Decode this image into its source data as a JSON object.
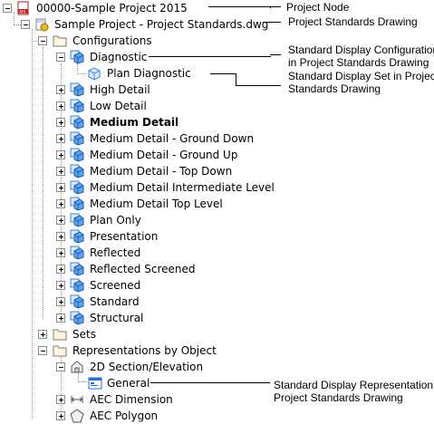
{
  "tree": {
    "project": "00000-Sample Project 2015",
    "drawing": "Sample Project - Project Standards.dwg",
    "configurations": "Configurations",
    "config_items": [
      "Diagnostic",
      "High Detail",
      "Low Detail",
      "Medium Detail",
      "Medium Detail - Ground Down",
      "Medium Detail - Ground Up",
      "Medium Detail - Top Down",
      "Medium Detail Intermediate Level",
      "Medium Detail Top Level",
      "Plan Only",
      "Presentation",
      "Reflected",
      "Reflected Screened",
      "Screened",
      "Standard",
      "Structural"
    ],
    "plan_diagnostic": "Plan Diagnostic",
    "sets": "Sets",
    "representations": "Representations by Object",
    "section_elevation": "2D Section/Elevation",
    "general": "General",
    "aec_dimension": "AEC Dimension",
    "aec_polygon": "AEC Polygon"
  },
  "callouts": {
    "project_node": "Project Node",
    "standards_drawing": "Project Standards Drawing",
    "display_configuration": [
      "Standard Display Configuration",
      "in Project Standards Drawing"
    ],
    "display_set": [
      "Standard Display Set in Project",
      "Standards Drawing"
    ],
    "display_representation": [
      "Standard Display Representation in",
      "Project Standards Drawing"
    ]
  },
  "colors": {
    "folder_fill": "#fff6dc",
    "config_blue": "#3a86e0",
    "project_red": "#c81e1e"
  },
  "icons": {
    "project": "project-icon",
    "drawing": "drawing-icon",
    "folder": "folder-icon",
    "display_config": "display-configuration-icon",
    "display_set": "display-set-icon",
    "section": "section-elevation-icon",
    "representation": "display-representation-icon",
    "dimension": "dimension-icon",
    "polygon": "polygon-icon"
  }
}
